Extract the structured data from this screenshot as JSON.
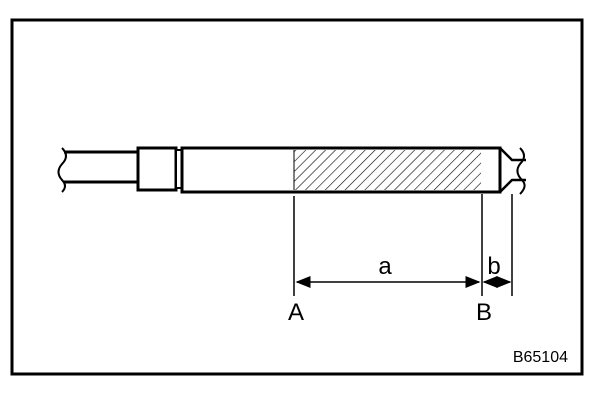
{
  "figure": {
    "code": "B65104"
  },
  "dimensions": {
    "a_label": "a",
    "b_label": "b"
  },
  "reference_points": {
    "A_label": "A",
    "B_label": "B"
  }
}
